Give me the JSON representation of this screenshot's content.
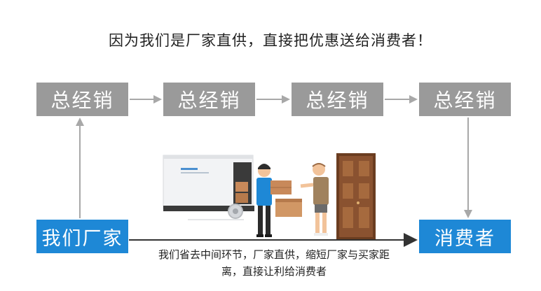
{
  "headline": "因为我们是厂家直供，直接把优惠送给消费者！",
  "chain": [
    {
      "label": "总经销"
    },
    {
      "label": "总经销"
    },
    {
      "label": "总经销"
    },
    {
      "label": "总经销"
    }
  ],
  "source": {
    "label": "我们厂家"
  },
  "target": {
    "label": "消费者"
  },
  "caption_line1": "我们省去中间环节，厂家直供，缩短厂家与买家距",
  "caption_line2": "离，直接让利给消费者",
  "colors": {
    "gray_box": "#9a9a9a",
    "blue_box": "#1e88d6",
    "arrow": "#a8a8a8",
    "direct_arrow": "#333333"
  }
}
